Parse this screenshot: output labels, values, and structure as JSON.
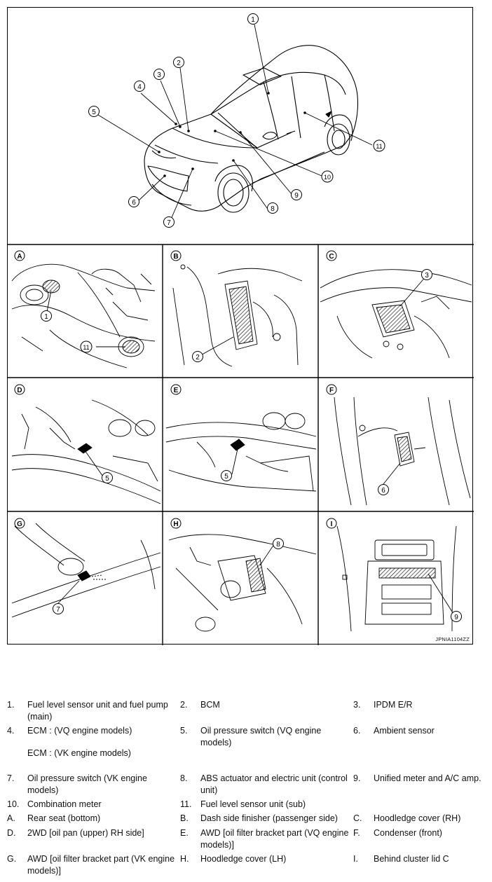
{
  "figure_code": "JPNIA1104ZZ",
  "callouts": {
    "c1": "1",
    "c2": "2",
    "c3": "3",
    "c4": "4",
    "c5": "5",
    "c6": "6",
    "c7": "7",
    "c8": "8",
    "c9": "9",
    "c10": "10",
    "c11": "11"
  },
  "panels": {
    "A": "A",
    "B": "B",
    "C": "C",
    "D": "D",
    "E": "E",
    "F": "F",
    "G": "G",
    "H": "H",
    "I": "I"
  },
  "legend": {
    "rows": [
      [
        {
          "num": "1.",
          "text": "Fuel level sensor unit and fuel pump (main)"
        },
        {
          "num": "2.",
          "text": "BCM"
        },
        {
          "num": "3.",
          "text": "IPDM E/R"
        }
      ],
      [
        {
          "num": "4.",
          "text": "ECM : (VQ engine models)"
        },
        {
          "num": "5.",
          "text": "Oil pressure switch (VQ engine models)"
        },
        {
          "num": "6.",
          "text": "Ambient sensor"
        }
      ],
      [
        {
          "num": "7.",
          "text": "Oil pressure switch (VK engine models)"
        },
        {
          "num": "8.",
          "text": "ABS actuator and electric unit (control unit)"
        },
        {
          "num": "9.",
          "text": "Unified meter and A/C amp."
        }
      ],
      [
        {
          "num": "10.",
          "text": "Combination meter"
        },
        {
          "num": "11.",
          "text": "Fuel level sensor unit (sub)"
        },
        {
          "num": "",
          "text": ""
        }
      ],
      [
        {
          "num": "A.",
          "text": "Rear seat (bottom)"
        },
        {
          "num": "B.",
          "text": "Dash side finisher (passenger side)"
        },
        {
          "num": "C.",
          "text": "Hoodledge cover (RH)"
        }
      ],
      [
        {
          "num": "D.",
          "text": "2WD [oil pan (upper) RH side]"
        },
        {
          "num": "E.",
          "text": "AWD [oil filter bracket part (VQ engine models)]"
        },
        {
          "num": "F.",
          "text": "Condenser (front)"
        }
      ],
      [
        {
          "num": "G.",
          "text": "AWD [oil filter bracket part (VK engine models)]"
        },
        {
          "num": "H.",
          "text": "Hoodledge cover (LH)"
        },
        {
          "num": "I.",
          "text": "Behind cluster lid C"
        }
      ]
    ],
    "ecm_vk": "ECM : (VK engine models)"
  }
}
